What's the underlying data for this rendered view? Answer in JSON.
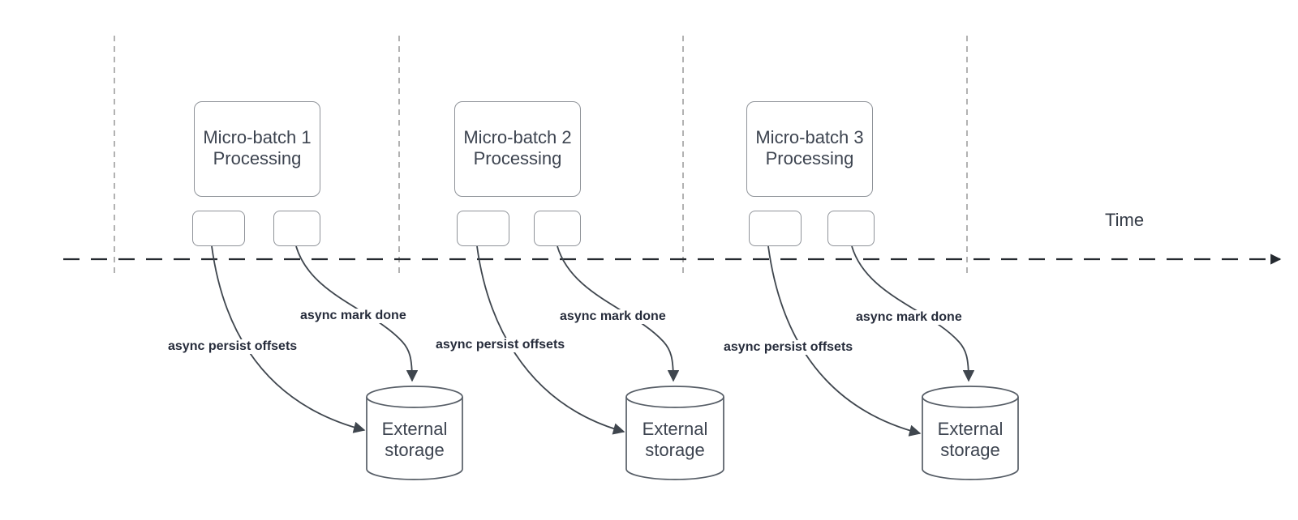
{
  "axis": {
    "label": "Time"
  },
  "batches": [
    {
      "title": "Micro-batch 1",
      "subtitle": "Processing",
      "persist_label": "async persist offsets",
      "mark_done_label": "async mark done",
      "storage_label": "External storage"
    },
    {
      "title": "Micro-batch 2",
      "subtitle": "Processing",
      "persist_label": "async persist offsets",
      "mark_done_label": "async mark done",
      "storage_label": "External storage"
    },
    {
      "title": "Micro-batch 3",
      "subtitle": "Processing",
      "persist_label": "async persist offsets",
      "mark_done_label": "async mark done",
      "storage_label": "External storage"
    }
  ],
  "colors": {
    "background": "#ffffff",
    "shape_stroke": "#8f9399",
    "cylinder_stroke": "#565d66",
    "shape_text": "#3d4450",
    "label_text": "#262c3b",
    "arrow": "#3f464e",
    "time_axis": "#24292f",
    "interval_guide": "#9f9f9f"
  }
}
